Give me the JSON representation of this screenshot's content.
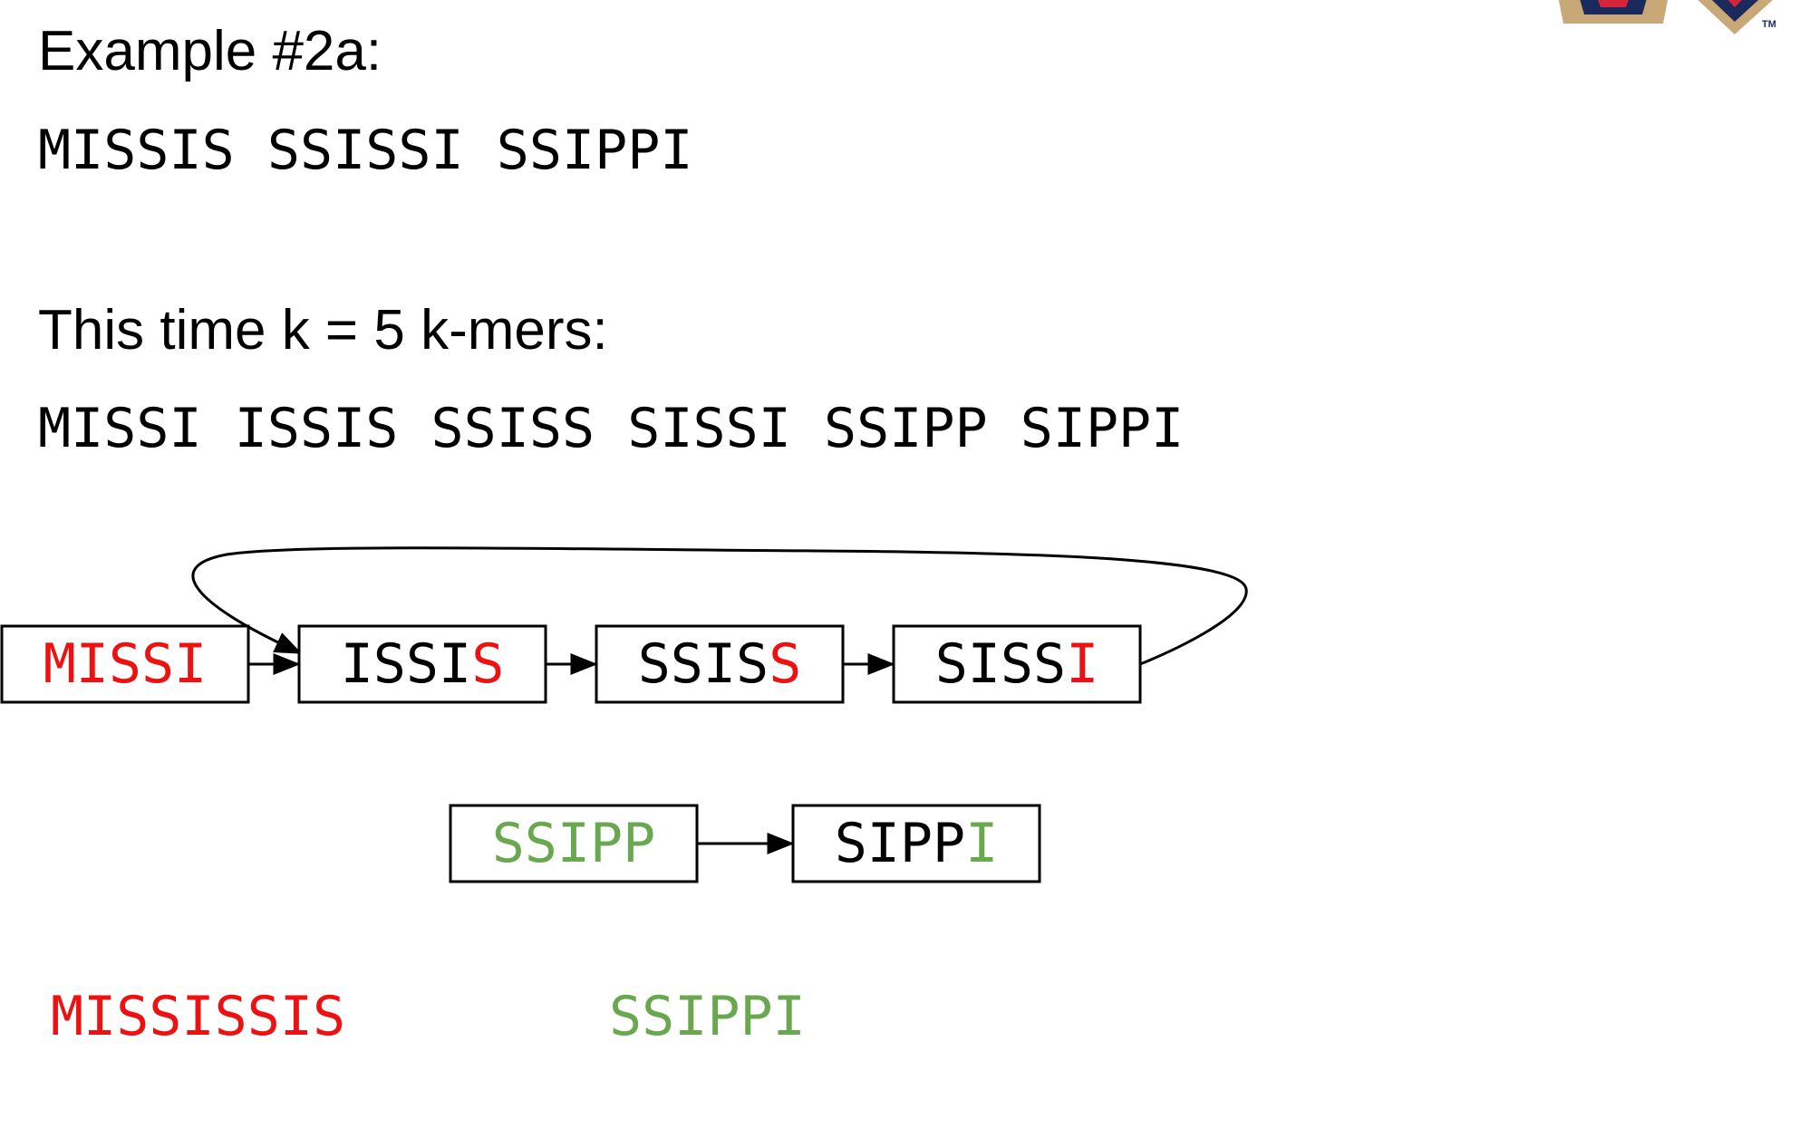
{
  "title": "Example #2a:",
  "sequence_line": "MISSIS SSISSI SSIPPI",
  "subtitle": "This time k = 5 k-mers:",
  "kmer_line": "MISSI ISSIS SSISS SISSI SSIPP SIPPI",
  "colors": {
    "text": "#000000",
    "red": "#ee1111",
    "green": "#6aa84f",
    "logo_navy": "#1b2a5c",
    "logo_red": "#d6243a",
    "logo_gold": "#c9a877"
  },
  "logo": {
    "mark": "TM"
  },
  "graph": {
    "nodes": [
      {
        "id": "n1",
        "segments": [
          {
            "text": "MISSI",
            "color": "red"
          }
        ]
      },
      {
        "id": "n2",
        "segments": [
          {
            "text": "ISSI",
            "color": "black"
          },
          {
            "text": "S",
            "color": "red"
          }
        ]
      },
      {
        "id": "n3",
        "segments": [
          {
            "text": "SSIS",
            "color": "black"
          },
          {
            "text": "S",
            "color": "red"
          }
        ]
      },
      {
        "id": "n4",
        "segments": [
          {
            "text": "SISS",
            "color": "black"
          },
          {
            "text": "I",
            "color": "red"
          }
        ]
      },
      {
        "id": "n5",
        "segments": [
          {
            "text": "SSIPP",
            "color": "green"
          }
        ]
      },
      {
        "id": "n6",
        "segments": [
          {
            "text": "SIPP",
            "color": "black"
          },
          {
            "text": "I",
            "color": "green"
          }
        ]
      }
    ],
    "edges": [
      {
        "from": "n1",
        "to": "n2"
      },
      {
        "from": "n2",
        "to": "n3"
      },
      {
        "from": "n3",
        "to": "n4"
      },
      {
        "from": "n4",
        "to": "n2",
        "curved": true
      },
      {
        "from": "n5",
        "to": "n6"
      }
    ]
  },
  "assembled": [
    {
      "text": "MISSISSIS",
      "color": "red"
    },
    {
      "text": "SSIPPI",
      "color": "green"
    }
  ]
}
